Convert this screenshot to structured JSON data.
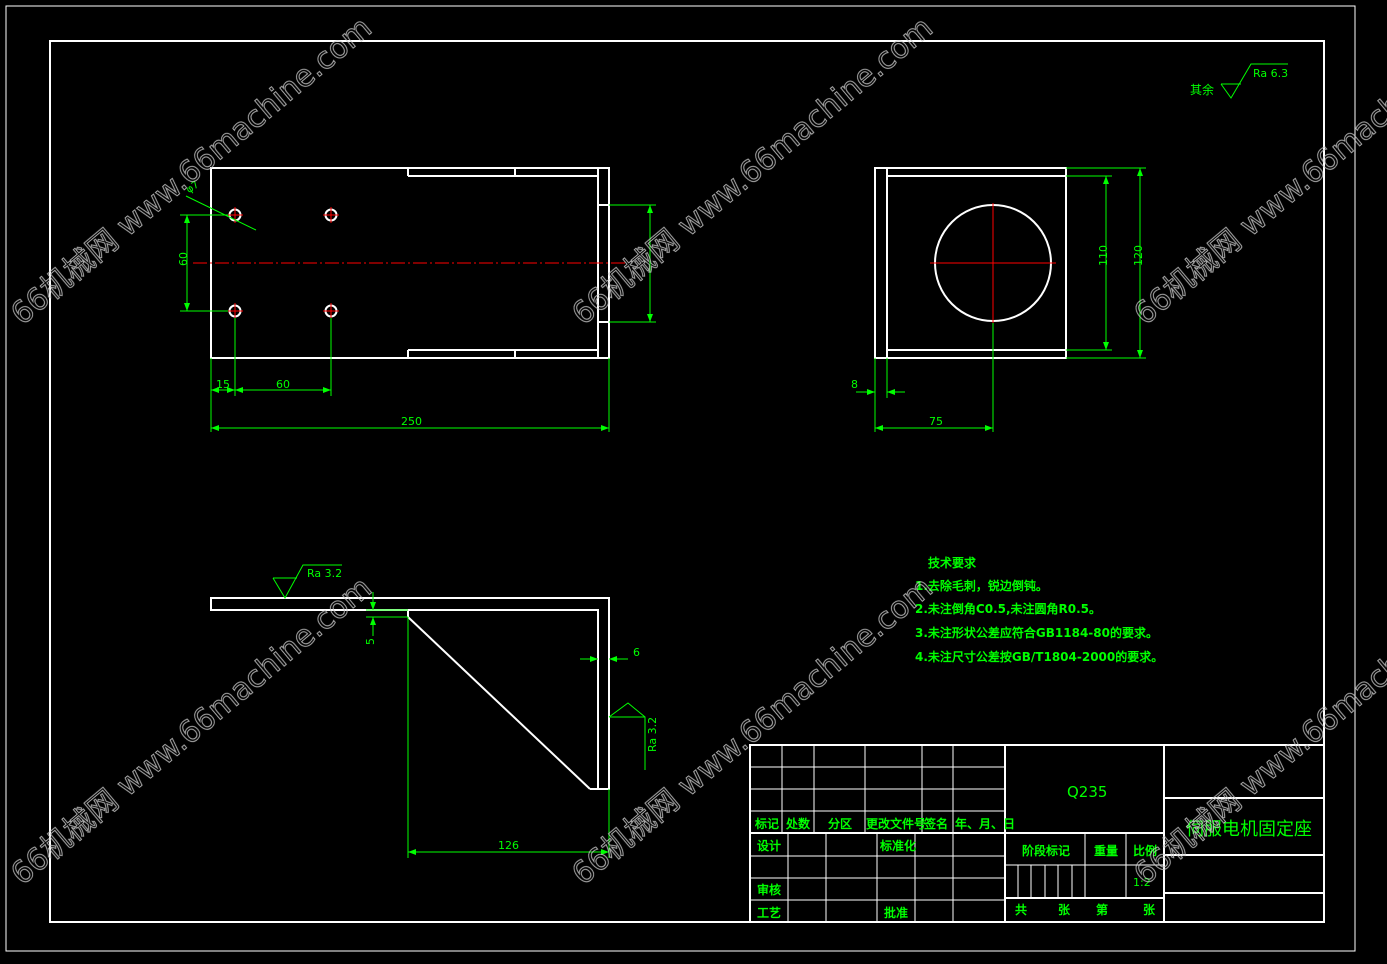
{
  "colors": {
    "background": "#000000",
    "outline": "#ffffff",
    "dimension": "#00ff00",
    "centerline": "#ff0000",
    "text": "#00ff00",
    "watermark": "#c8c8c8"
  },
  "roughness": {
    "other": "其余",
    "other_ra": "Ra 6.3",
    "flange_ra": "Ra 3.2",
    "web_ra": "Ra 3.2"
  },
  "dimensions": {
    "hole_diameter": "φ7",
    "top_hole_spacing": "60",
    "left_hole_offset": "15",
    "bottom_hole_spacing": "60",
    "overall_length": "250",
    "side_inner": "110",
    "side_outer": "120",
    "side_plate_thickness": "8",
    "side_center_offset": "75",
    "flange_step": "5",
    "web_thickness": "6",
    "rib_length": "126"
  },
  "tech_requirements": {
    "title": "技术要求",
    "items": [
      "1.去除毛刺，锐边倒钝。",
      "2.未注倒角C0.5,未注圆角R0.5。",
      "3.未注形状公差应符合GB1184-80的要求。",
      "4.未注尺寸公差按GB/T1804-2000的要求。"
    ]
  },
  "title_block": {
    "material": "Q235",
    "part_name": "伺服电机固定座",
    "rev_headers": [
      "标记",
      "处数",
      "分区",
      "更改文件号",
      "签名",
      "年、月、日"
    ],
    "design": "设计",
    "standardize": "标准化",
    "review": "审核",
    "process": "工艺",
    "approve": "批准",
    "stage_mark": "阶段标记",
    "weight": "重量",
    "scale": "比例",
    "scale_value": "1:2",
    "total": "共",
    "sheets": "张",
    "page": "第",
    "sheet": "张"
  },
  "watermark": {
    "text": "66机械网 www.66machine.com"
  }
}
